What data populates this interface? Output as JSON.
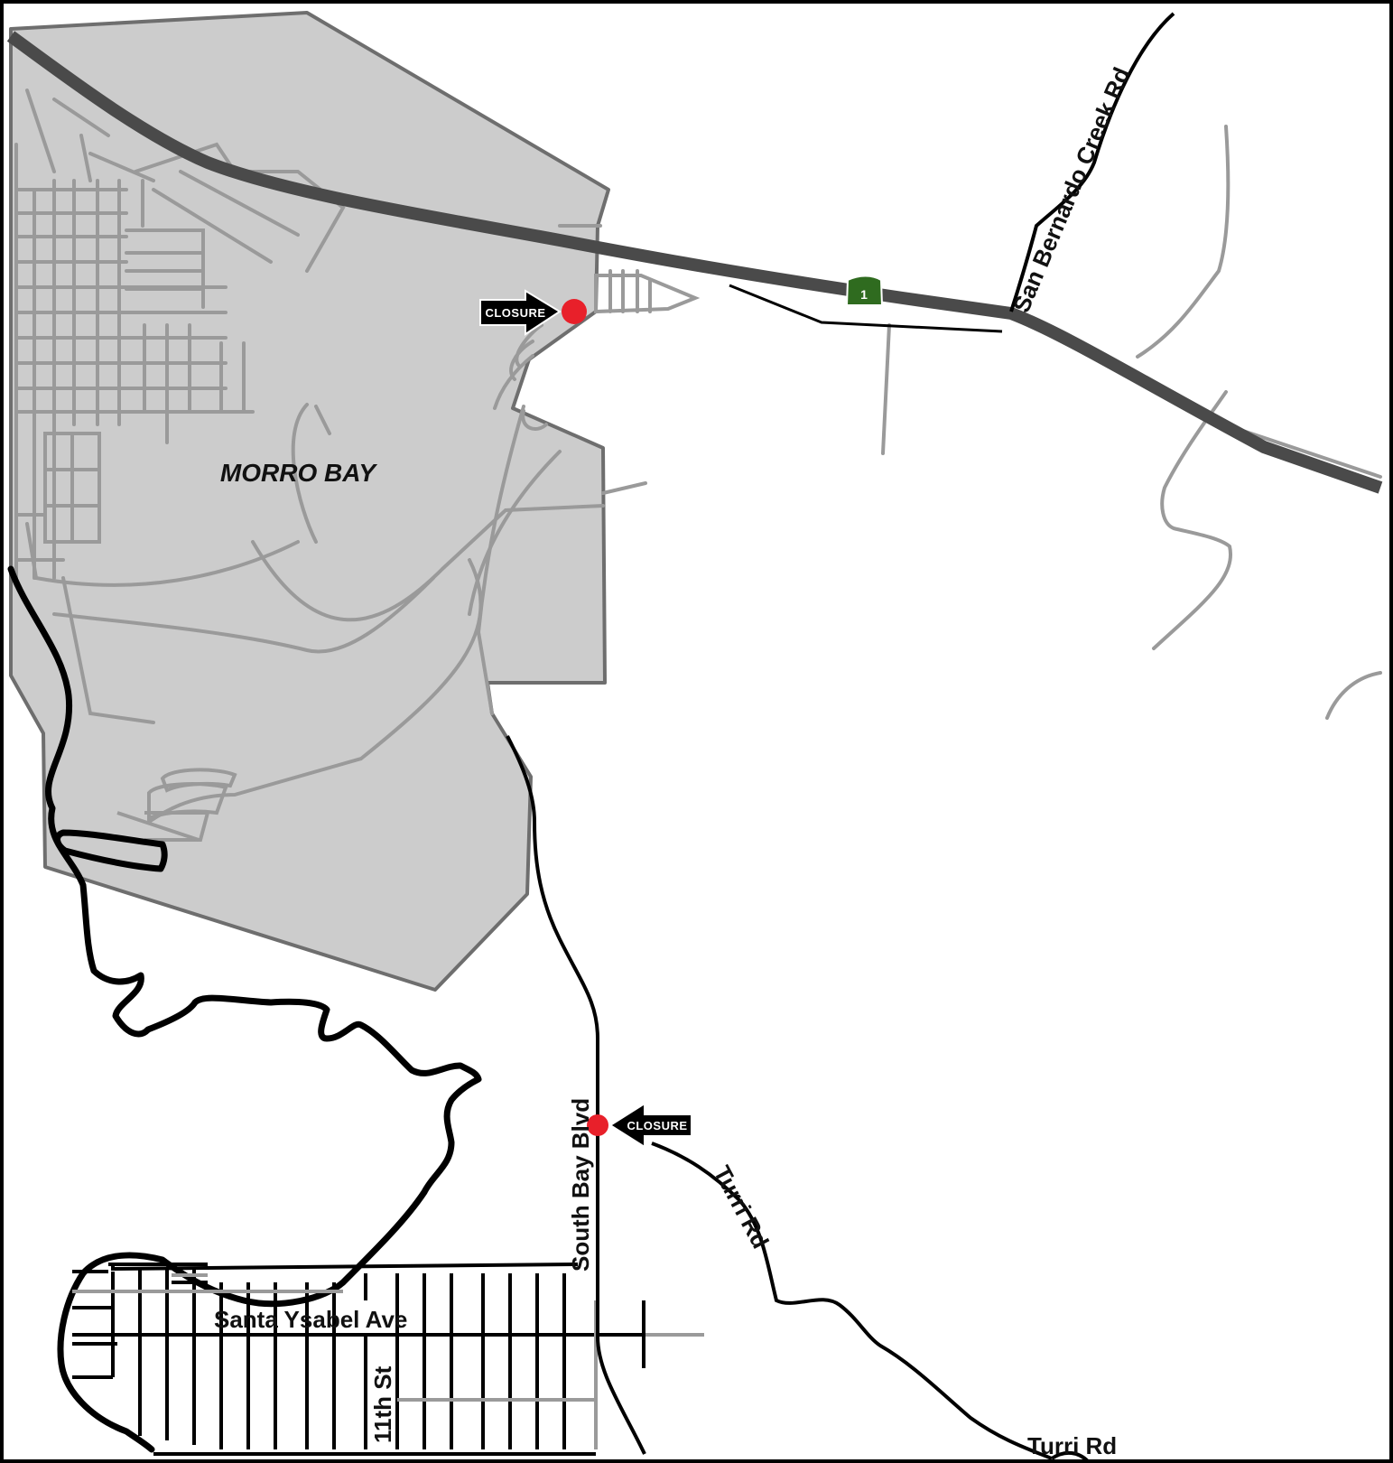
{
  "map": {
    "place_label": "MORRO BAY",
    "roads": {
      "san_bernardo": "San Bernardo Creek Rd",
      "south_bay": "South Bay Blvd",
      "turri_upper": "Turri Rd",
      "turri_lower": "Turri Rd",
      "santa_ysabel": "Santa Ysabel Ave",
      "eleventh": "11th St"
    },
    "highway_shield": "1",
    "closures": [
      {
        "label": "CLOSURE",
        "location": "Highway 1 / South Bay Blvd"
      },
      {
        "label": "CLOSURE",
        "location": "South Bay Blvd / Turri Rd"
      }
    ],
    "colors": {
      "city_area": "#cccccc",
      "city_border": "#6e6e6e",
      "highway": "#4a4a4a",
      "minor_road": "#9a9a9a",
      "road": "#000000",
      "closure_point": "#e8202a",
      "shield": "#2f6b1f"
    }
  }
}
